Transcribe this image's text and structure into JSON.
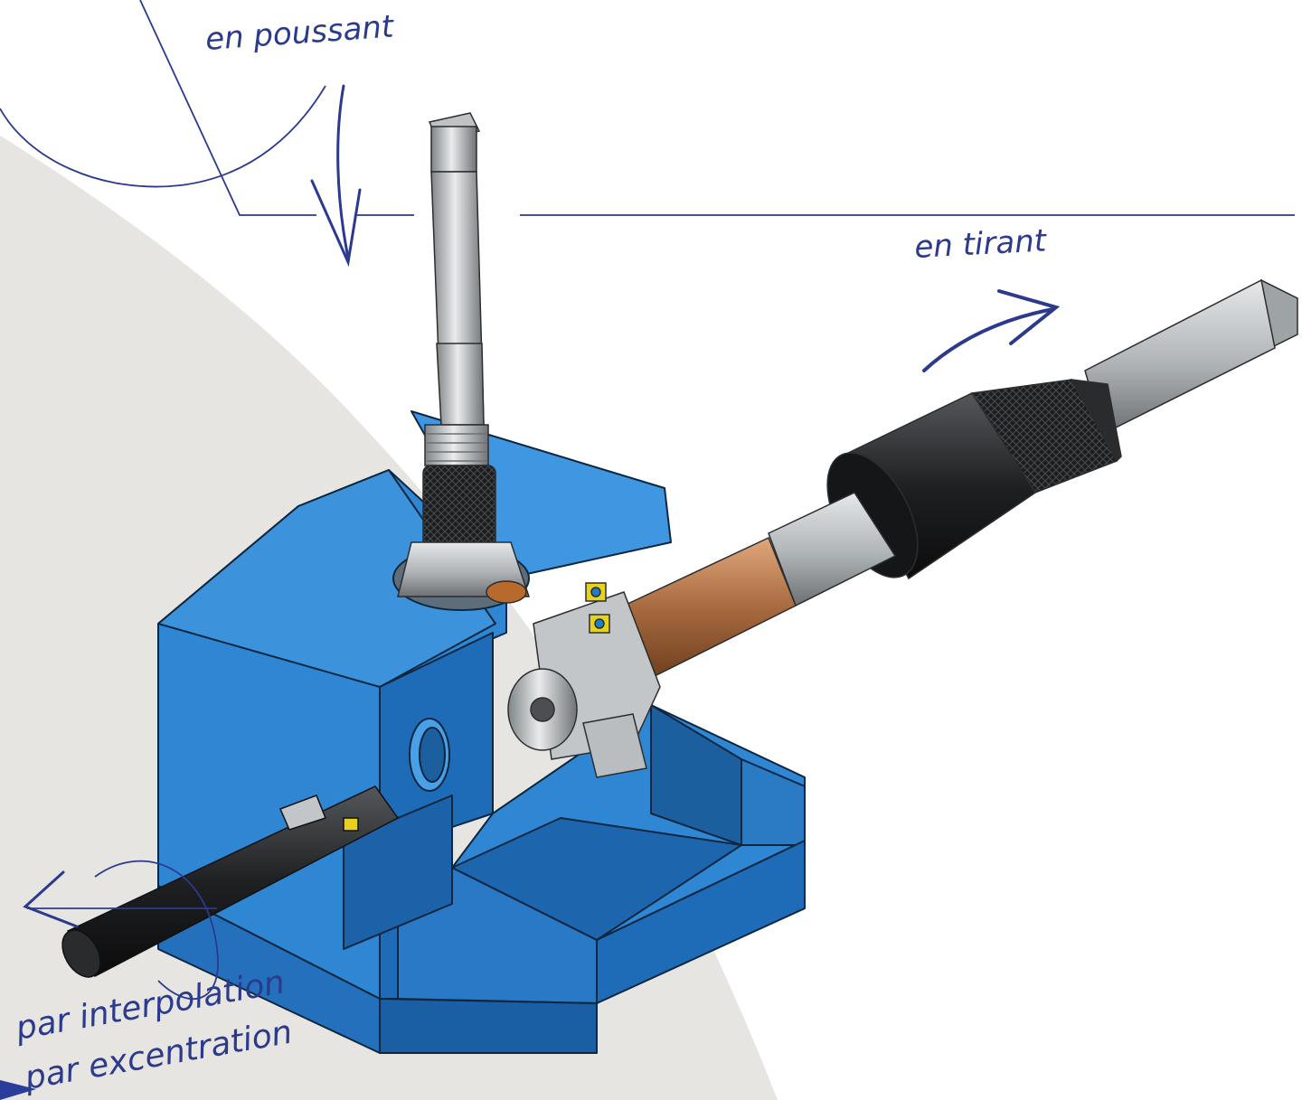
{
  "annotations": {
    "push": "en poussant",
    "pull": "en tirant",
    "interpolation": "par interpolation",
    "excentration": "par excentration"
  },
  "colors": {
    "background_shape": "#e6e5e1",
    "block_blue": "#2f86d3",
    "block_blue_dark": "#1e5f9e",
    "steel": "#c9ccce",
    "steel_dark": "#8e9396",
    "black_part": "#1b1c1e",
    "bronze": "#b87a4d",
    "insert_yellow": "#e7d21c",
    "annotation_ink": "#2c3a8e"
  },
  "icons": {
    "push_arrow": "arrow-down-icon",
    "pull_arrow": "arrow-right-icon",
    "rotate_arrow": "arrow-left-rotate-icon"
  }
}
